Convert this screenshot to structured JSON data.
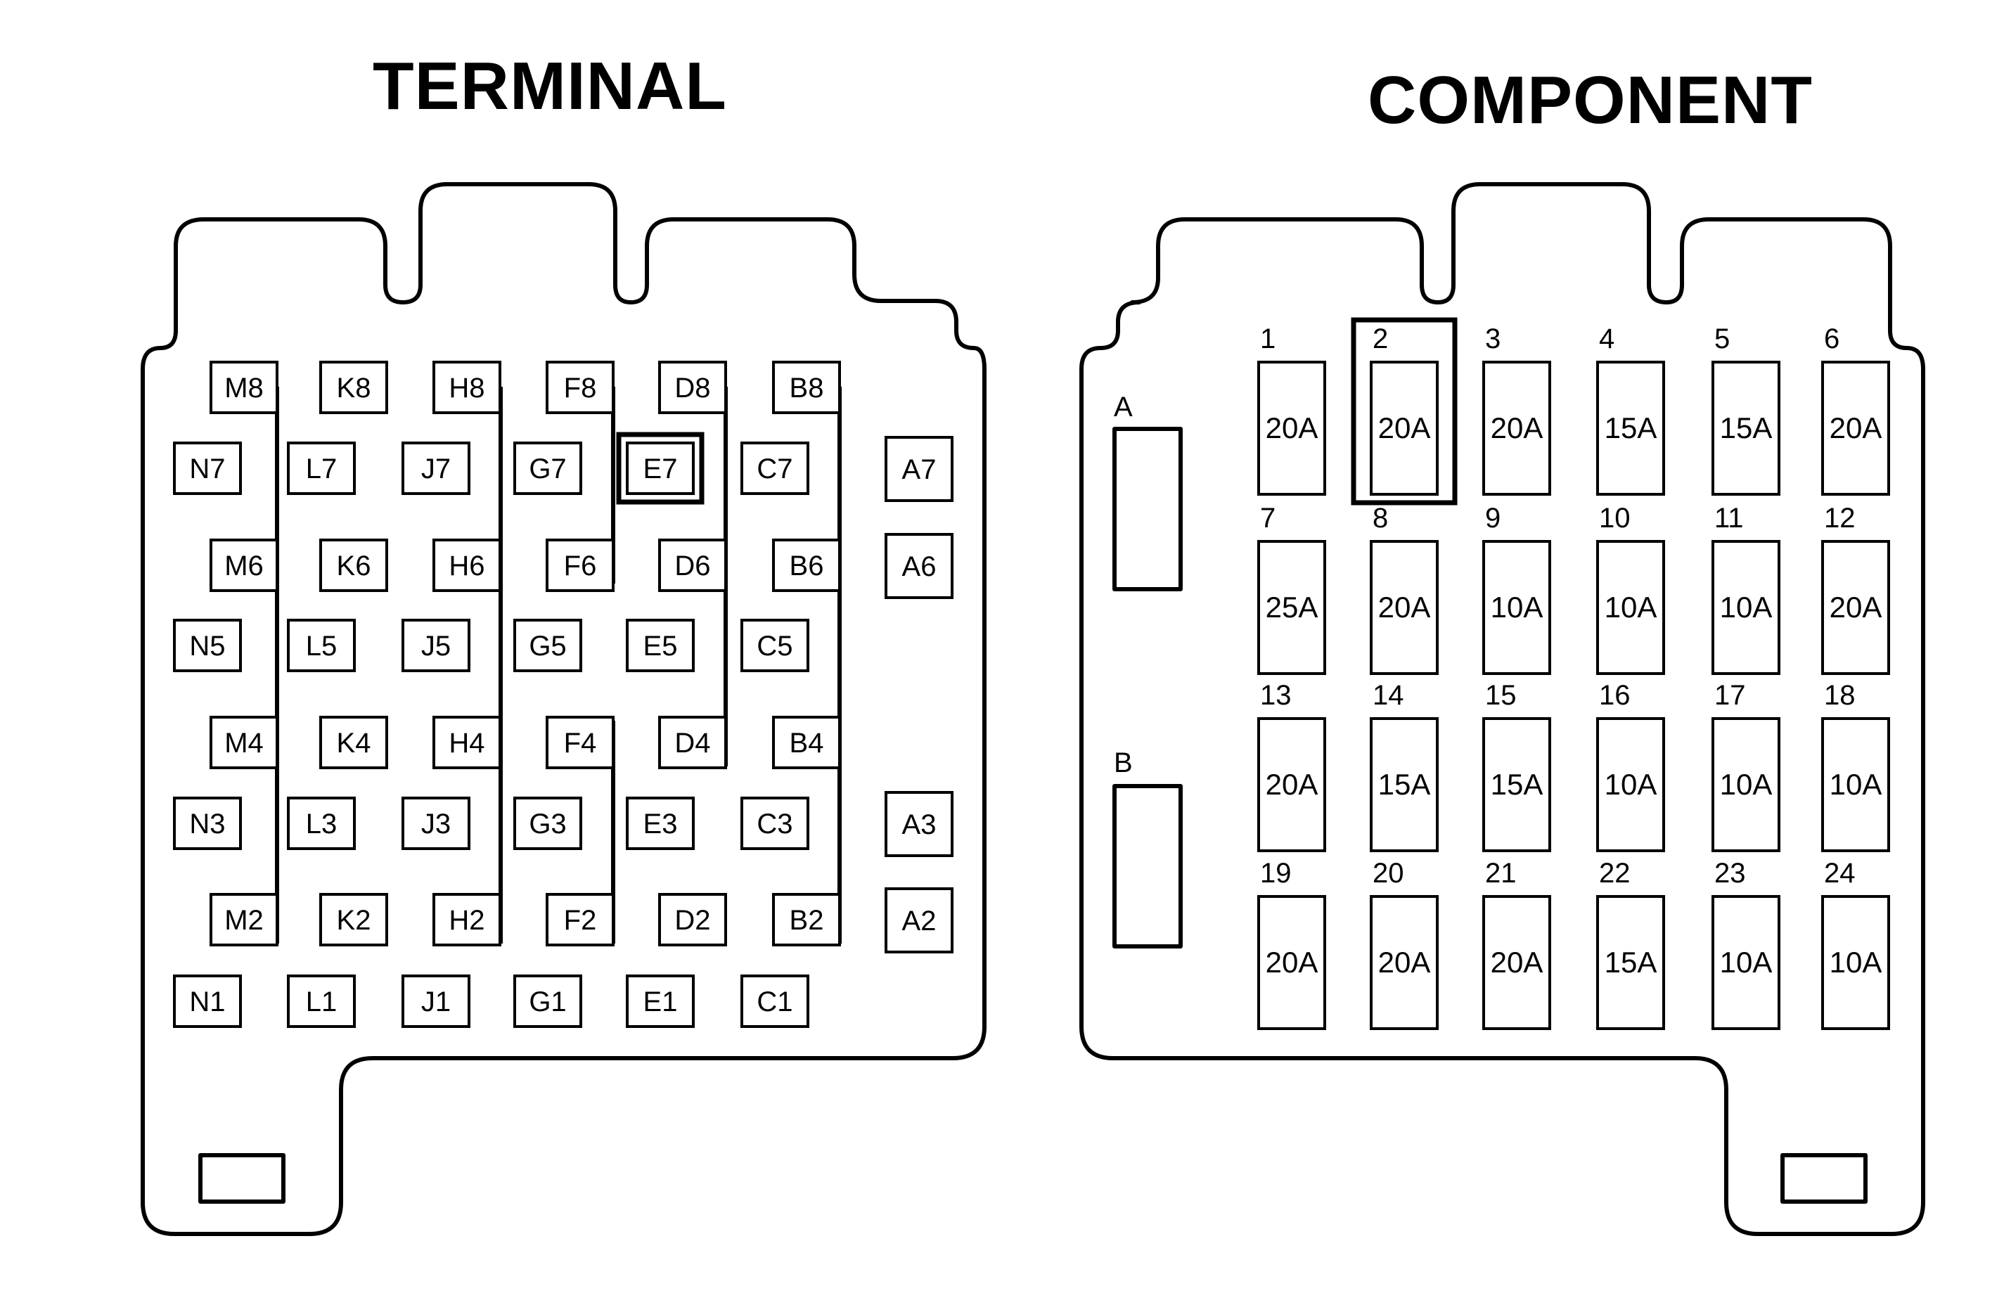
{
  "titles": {
    "terminal": "TERMINAL",
    "component": "COMPONENT"
  },
  "terminal_rows": [
    [
      "M8",
      "K8",
      "H8",
      "F8",
      "D8",
      "B8"
    ],
    [
      "N7",
      "L7",
      "J7",
      "G7",
      "E7",
      "C7",
      "A7"
    ],
    [
      "M6",
      "K6",
      "H6",
      "F6",
      "D6",
      "B6",
      "A6"
    ],
    [
      "N5",
      "L5",
      "J5",
      "G5",
      "E5",
      "C5"
    ],
    [
      "M4",
      "K4",
      "H4",
      "F4",
      "D4",
      "B4"
    ],
    [
      "N3",
      "L3",
      "J3",
      "G3",
      "E3",
      "C3",
      "A3"
    ],
    [
      "M2",
      "K2",
      "H2",
      "F2",
      "D2",
      "B2",
      "A2"
    ],
    [
      "N1",
      "L1",
      "J1",
      "G1",
      "E1",
      "C1"
    ]
  ],
  "highlighted_terminal": "E7",
  "side_slots": [
    "A",
    "B"
  ],
  "fuses": [
    {
      "num": "1",
      "rating": "20A"
    },
    {
      "num": "2",
      "rating": "20A"
    },
    {
      "num": "3",
      "rating": "20A"
    },
    {
      "num": "4",
      "rating": "15A"
    },
    {
      "num": "5",
      "rating": "15A"
    },
    {
      "num": "6",
      "rating": "20A"
    },
    {
      "num": "7",
      "rating": "25A"
    },
    {
      "num": "8",
      "rating": "20A"
    },
    {
      "num": "9",
      "rating": "10A"
    },
    {
      "num": "10",
      "rating": "10A"
    },
    {
      "num": "11",
      "rating": "10A"
    },
    {
      "num": "12",
      "rating": "20A"
    },
    {
      "num": "13",
      "rating": "20A"
    },
    {
      "num": "14",
      "rating": "15A"
    },
    {
      "num": "15",
      "rating": "15A"
    },
    {
      "num": "16",
      "rating": "10A"
    },
    {
      "num": "17",
      "rating": "10A"
    },
    {
      "num": "18",
      "rating": "10A"
    },
    {
      "num": "19",
      "rating": "20A"
    },
    {
      "num": "20",
      "rating": "20A"
    },
    {
      "num": "21",
      "rating": "20A"
    },
    {
      "num": "22",
      "rating": "15A"
    },
    {
      "num": "23",
      "rating": "10A"
    },
    {
      "num": "24",
      "rating": "10A"
    }
  ],
  "highlighted_fuse": "2"
}
